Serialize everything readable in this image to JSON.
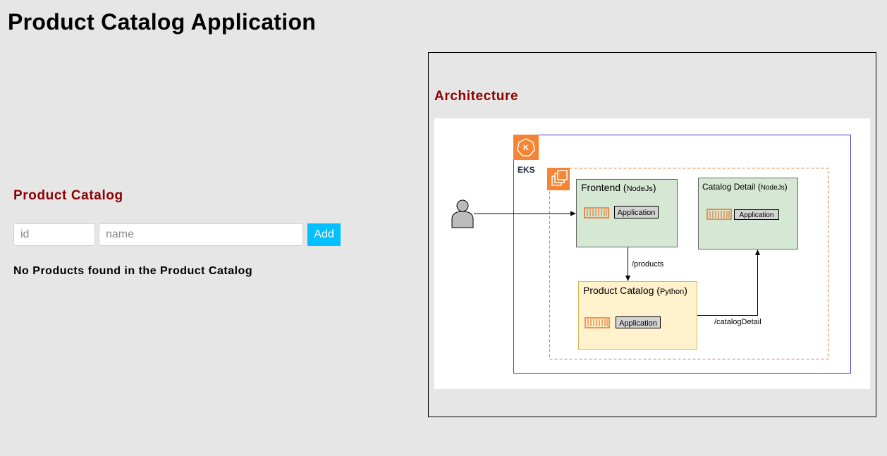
{
  "page": {
    "title": "Product Catalog Application"
  },
  "catalog": {
    "heading": "Product Catalog",
    "id_placeholder": "id",
    "name_placeholder": "name",
    "add_label": "Add",
    "empty_message": "No Products found in the Product Catalog",
    "accent_color": "#00c0ff",
    "heading_color": "#8b0000"
  },
  "architecture": {
    "heading": "Architecture",
    "diagram": {
      "eks_label": "EKS",
      "eks_icon": "kubernetes-k-icon",
      "node_group_icon": "ec2-instances-icon",
      "user_icon": "user-icon",
      "frontend": {
        "title": "Frontend",
        "runtime": "NodeJs",
        "app_label": "Application"
      },
      "catalog_detail": {
        "title": "Catalog Detail",
        "runtime": "NodeJs",
        "app_label": "Application"
      },
      "product_catalog": {
        "title": "Product Catalog",
        "runtime": "Python",
        "app_label": "Application"
      },
      "edge_products": "/products",
      "edge_catalog_detail": "/catalogDetail"
    }
  }
}
